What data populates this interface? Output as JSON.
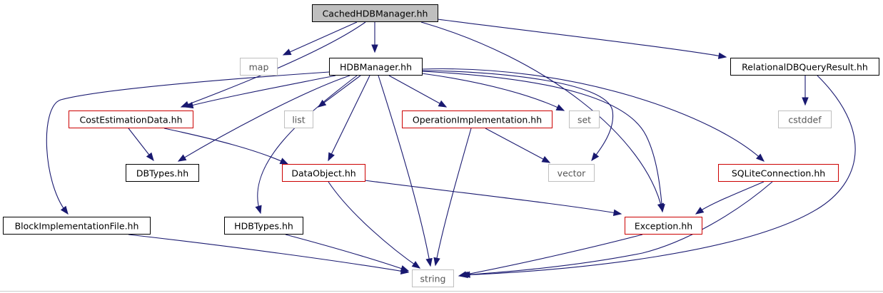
{
  "diagram": {
    "colors": {
      "edge": "#191970",
      "border_normal": "#000000",
      "border_incomplete": "#cc0000",
      "border_external": "#bfbfbf",
      "fill_root": "#bfbfbf",
      "fill_default": "#ffffff"
    },
    "nodes": [
      {
        "id": "cached",
        "label": "CachedHDBManager.hh",
        "kind": "root"
      },
      {
        "id": "map",
        "label": "map",
        "kind": "external"
      },
      {
        "id": "hdbmanager",
        "label": "HDBManager.hh",
        "kind": "normal"
      },
      {
        "id": "relational",
        "label": "RelationalDBQueryResult.hh",
        "kind": "normal"
      },
      {
        "id": "costest",
        "label": "CostEstimationData.hh",
        "kind": "incomplete"
      },
      {
        "id": "list",
        "label": "list",
        "kind": "external"
      },
      {
        "id": "opimpl",
        "label": "OperationImplementation.hh",
        "kind": "incomplete"
      },
      {
        "id": "set",
        "label": "set",
        "kind": "external"
      },
      {
        "id": "cstddef",
        "label": "cstddef",
        "kind": "external"
      },
      {
        "id": "dbtypes",
        "label": "DBTypes.hh",
        "kind": "normal"
      },
      {
        "id": "dataobject",
        "label": "DataObject.hh",
        "kind": "incomplete"
      },
      {
        "id": "vector",
        "label": "vector",
        "kind": "external"
      },
      {
        "id": "sqlite",
        "label": "SQLiteConnection.hh",
        "kind": "incomplete"
      },
      {
        "id": "blockimpl",
        "label": "BlockImplementationFile.hh",
        "kind": "normal"
      },
      {
        "id": "hdbtypes",
        "label": "HDBTypes.hh",
        "kind": "normal"
      },
      {
        "id": "exception",
        "label": "Exception.hh",
        "kind": "incomplete"
      },
      {
        "id": "string",
        "label": "string",
        "kind": "external"
      }
    ],
    "edges": [
      {
        "from": "cached",
        "to": "map"
      },
      {
        "from": "cached",
        "to": "hdbmanager"
      },
      {
        "from": "cached",
        "to": "costest"
      },
      {
        "from": "cached",
        "to": "relational"
      },
      {
        "from": "cached",
        "to": "exception"
      },
      {
        "from": "hdbmanager",
        "to": "costest"
      },
      {
        "from": "hdbmanager",
        "to": "list"
      },
      {
        "from": "hdbmanager",
        "to": "opimpl"
      },
      {
        "from": "hdbmanager",
        "to": "set"
      },
      {
        "from": "hdbmanager",
        "to": "vector"
      },
      {
        "from": "hdbmanager",
        "to": "dbtypes"
      },
      {
        "from": "hdbmanager",
        "to": "dataobject"
      },
      {
        "from": "hdbmanager",
        "to": "blockimpl"
      },
      {
        "from": "hdbmanager",
        "to": "hdbtypes"
      },
      {
        "from": "hdbmanager",
        "to": "string"
      },
      {
        "from": "hdbmanager",
        "to": "exception"
      },
      {
        "from": "hdbmanager",
        "to": "sqlite"
      },
      {
        "from": "relational",
        "to": "cstddef"
      },
      {
        "from": "relational",
        "to": "string"
      },
      {
        "from": "costest",
        "to": "dbtypes"
      },
      {
        "from": "costest",
        "to": "dataobject"
      },
      {
        "from": "opimpl",
        "to": "vector"
      },
      {
        "from": "opimpl",
        "to": "string"
      },
      {
        "from": "dataobject",
        "to": "exception"
      },
      {
        "from": "dataobject",
        "to": "string"
      },
      {
        "from": "sqlite",
        "to": "exception"
      },
      {
        "from": "sqlite",
        "to": "string"
      },
      {
        "from": "blockimpl",
        "to": "string"
      },
      {
        "from": "hdbtypes",
        "to": "string"
      },
      {
        "from": "exception",
        "to": "string"
      }
    ]
  }
}
